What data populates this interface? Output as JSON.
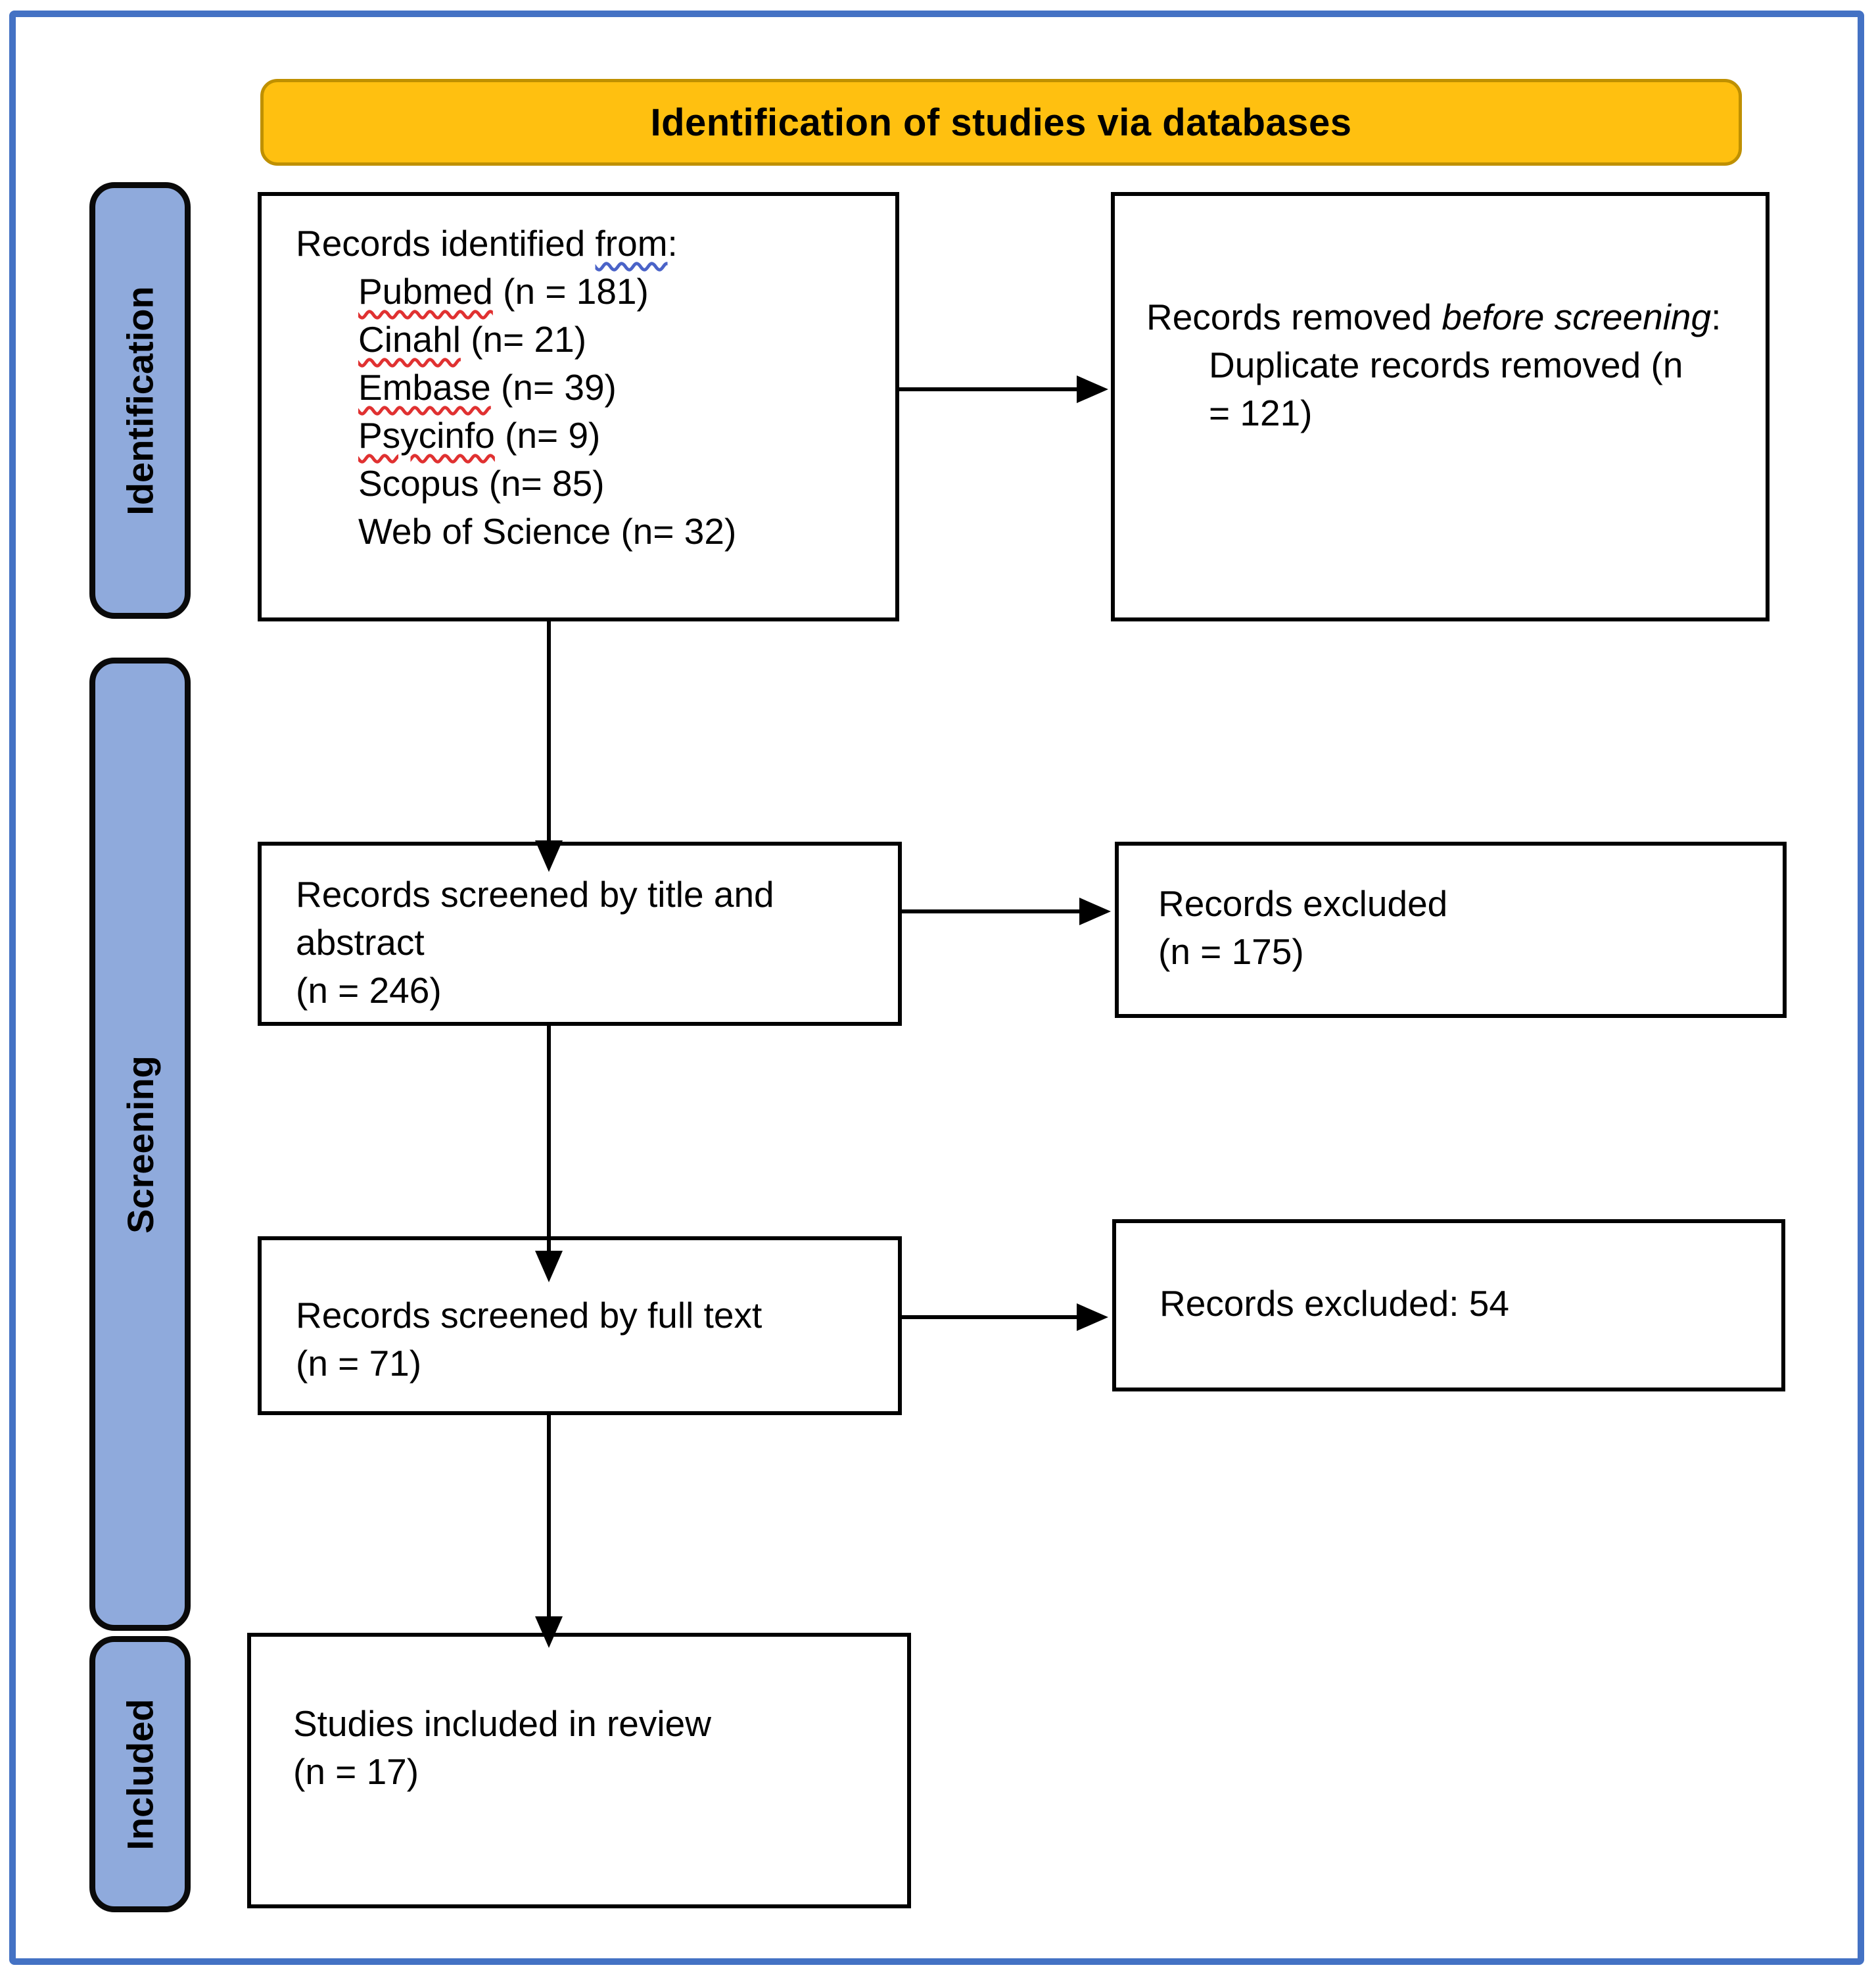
{
  "colors": {
    "outer_border": "#4472C4",
    "banner_fill": "#FFC010",
    "banner_border": "#BF9000",
    "sidebar_fill": "#8FAADC",
    "sidebar_border": "#0A0A0A",
    "box_border": "#000000",
    "spellcheck_red": "#E03131",
    "grammar_blue": "#4A63C8",
    "text_color": "#000000"
  },
  "banner": {
    "title": "Identification of studies via databases"
  },
  "sidebar": {
    "stages": [
      {
        "label": "Identification"
      },
      {
        "label": "Screening"
      },
      {
        "label": "Included"
      }
    ]
  },
  "identification": {
    "records_box": {
      "heading_prefix": "Records identified ",
      "heading_wavy": "from",
      "heading_suffix": ":",
      "items": [
        {
          "name": "Pubmed",
          "rest": " (n = 181)"
        },
        {
          "name": "Cinahl",
          "rest": " (n= 21)"
        },
        {
          "name": "Embase",
          "rest": " (n= 39)"
        },
        {
          "name": "Psycinfo",
          "rest": " (n= 9)"
        },
        {
          "name": "Scopus",
          "rest": " (n= 85)"
        },
        {
          "name": "Web of Science",
          "rest": " (n= 32)"
        }
      ]
    },
    "removed_box": {
      "heading_prefix": "Records removed ",
      "heading_italic": "before screening",
      "heading_suffix": ":",
      "item_line1": "Duplicate records removed (n",
      "item_line2": "= 121)"
    }
  },
  "screening": {
    "title_abstract_box": {
      "line1": "Records screened by title and",
      "line2": "abstract",
      "line3": "(n = 246)"
    },
    "excluded_box_1": {
      "line1": "Records excluded",
      "line2": "(n = 175)"
    },
    "full_text_box": {
      "line1": "Records screened by full text",
      "line2": "(n = 71)"
    },
    "excluded_box_2": {
      "line1": "Records excluded: 54"
    }
  },
  "included": {
    "included_box": {
      "line1": "Studies included in review",
      "line2": "(n = 17)"
    }
  }
}
